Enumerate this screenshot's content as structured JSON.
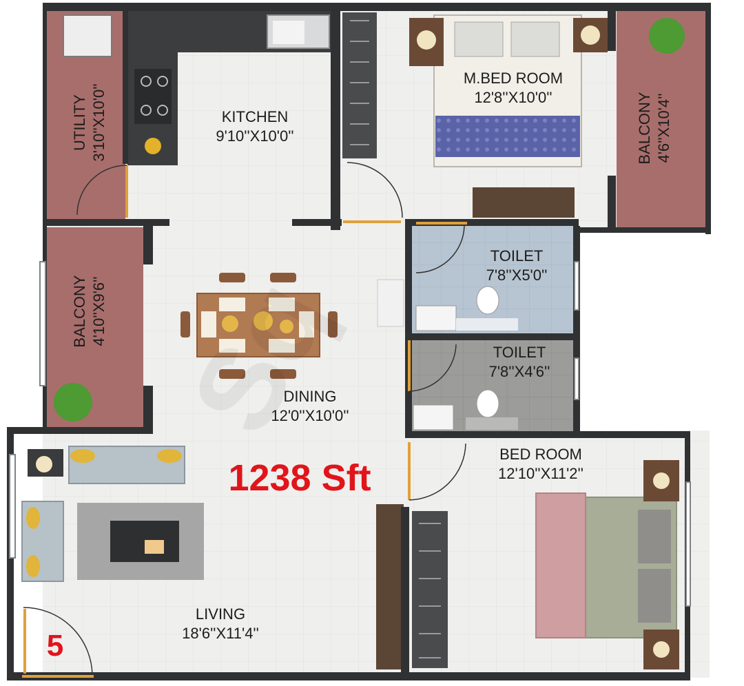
{
  "floor_plan": {
    "area_label": "1238 Sft",
    "unit_number": "5",
    "rooms": {
      "kitchen": {
        "name": "KITCHEN",
        "size": "9'10''X10'0''"
      },
      "utility": {
        "name": "UTILITY",
        "size": "3'10''X10'0''"
      },
      "master_bedroom": {
        "name": "M.BED ROOM",
        "size": "12'8''X10'0''"
      },
      "balcony_right": {
        "name": "BALCONY",
        "size": "4'6''X10'4''"
      },
      "balcony_left": {
        "name": "BALCONY",
        "size": "4'10''X9'6''"
      },
      "toilet_1": {
        "name": "TOILET",
        "size": "7'8''X5'0''"
      },
      "toilet_2": {
        "name": "TOILET",
        "size": "7'8''X4'6''"
      },
      "dining": {
        "name": "DINING",
        "size": "12'0''X10'0''"
      },
      "bedroom": {
        "name": "BED ROOM",
        "size": "12'10''X11'2''"
      },
      "living": {
        "name": "LIVING",
        "size": "18'6''X11'4''"
      }
    },
    "colors": {
      "wall": "#2f3133",
      "floor": "#eeeeec",
      "balcony_floor": "#a86e6c",
      "toilet_1_floor": "#b7c4d1",
      "toilet_2_floor": "#9b9b99",
      "door": "#e0a03a",
      "counter": "#3c3d3f",
      "label_red": "#e0151b"
    }
  }
}
